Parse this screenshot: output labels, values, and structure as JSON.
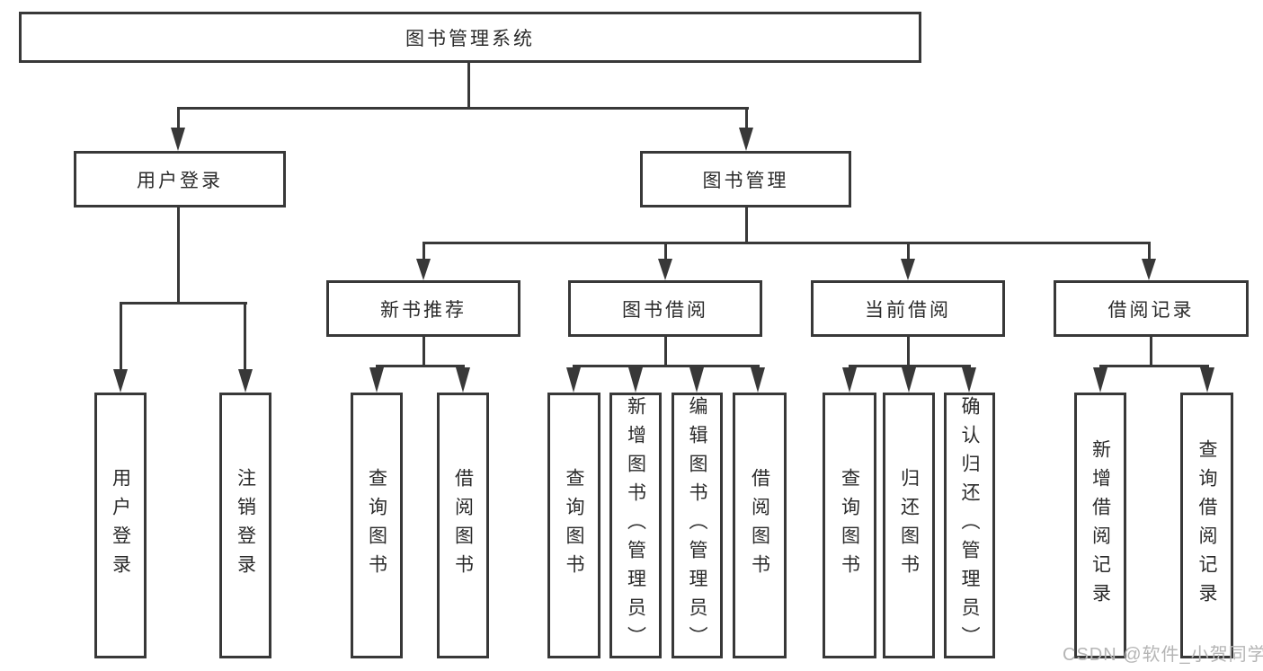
{
  "diagram_title": "图书管理系统",
  "tree": {
    "root": {
      "label": "图书管理系统",
      "children": [
        {
          "label": "用户登录",
          "children": [
            {
              "label": "用户登录"
            },
            {
              "label": "注销登录"
            }
          ]
        },
        {
          "label": "图书管理",
          "children": [
            {
              "label": "新书推荐",
              "children": [
                {
                  "label": "查询图书"
                },
                {
                  "label": "借阅图书"
                }
              ]
            },
            {
              "label": "图书借阅",
              "children": [
                {
                  "label": "查询图书"
                },
                {
                  "label": "新增图书（管理员）"
                },
                {
                  "label": "编辑图书（管理员）"
                },
                {
                  "label": "借阅图书"
                }
              ]
            },
            {
              "label": "当前借阅",
              "children": [
                {
                  "label": "查询图书"
                },
                {
                  "label": "归还图书"
                },
                {
                  "label": "确认归还（管理员）"
                }
              ]
            },
            {
              "label": "借阅记录",
              "children": [
                {
                  "label": "新增借阅记录"
                },
                {
                  "label": "查询借阅记录"
                }
              ]
            }
          ]
        }
      ]
    }
  },
  "watermark": {
    "text": "CSDN @软件_小贺同学",
    "color": "#b5b5b5"
  },
  "colors": {
    "line": "#383838",
    "box_border": "#383838",
    "background": "#ffffff",
    "text": "#2b2b2b"
  }
}
